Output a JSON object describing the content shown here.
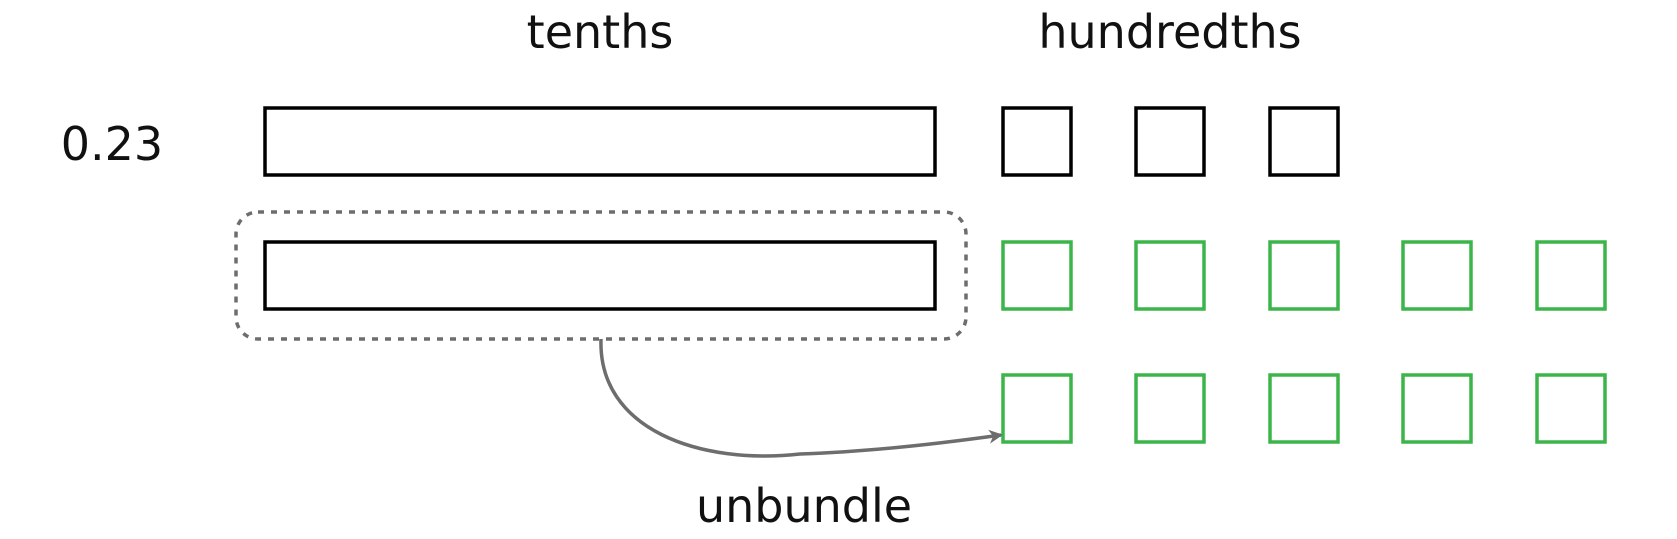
{
  "headers": {
    "tenths": "tenths",
    "hundredths": "hundredths"
  },
  "number_label": "0.23",
  "arrow_label": "unbundle",
  "colors": {
    "outline": "#000000",
    "green": "#3bb54a",
    "dashed": "#6d6d6d",
    "arrow": "#6d6d6d",
    "text": "#111111"
  },
  "model": {
    "value": 0.23,
    "row1": {
      "tenths": 1,
      "hundredths": 3
    },
    "row2": {
      "tenths": 1,
      "hundredths_unbundled": 5
    },
    "row3": {
      "hundredths_unbundled": 5
    }
  }
}
